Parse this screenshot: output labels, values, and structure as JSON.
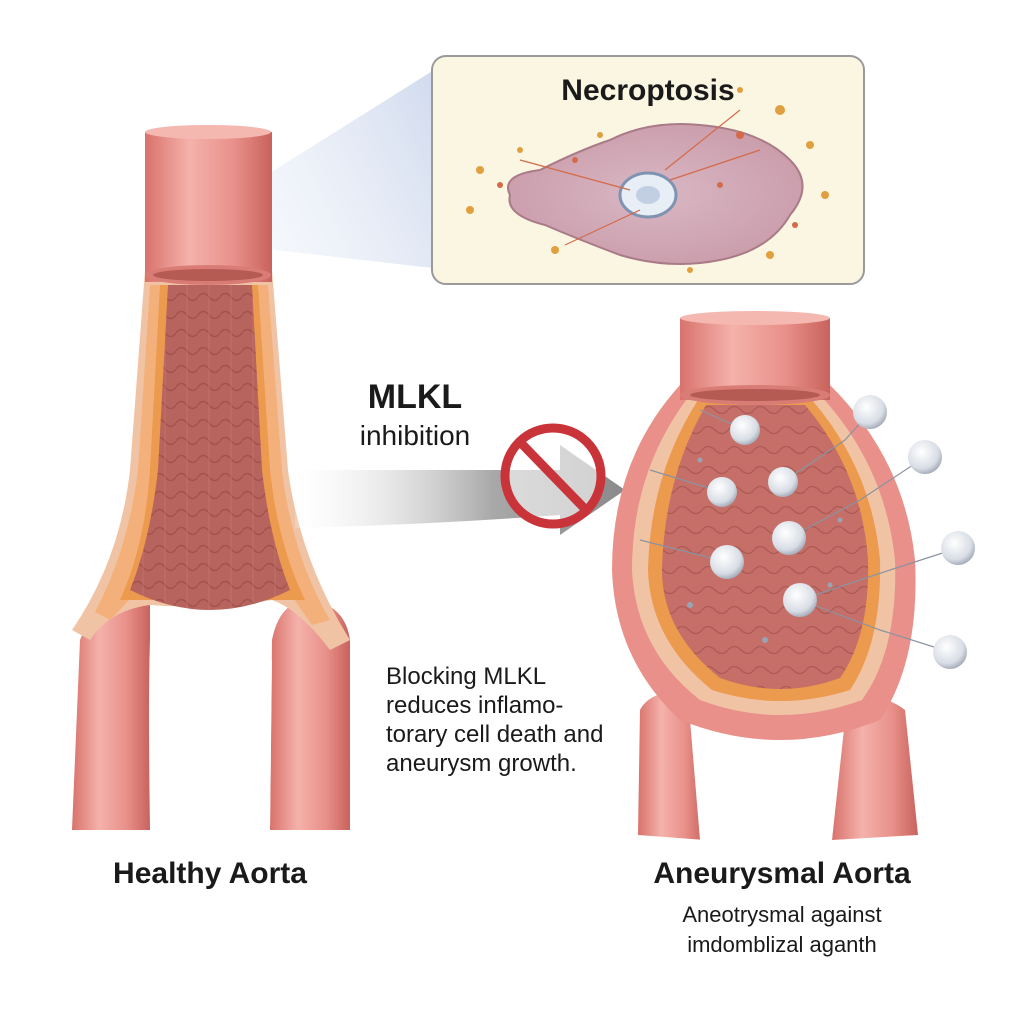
{
  "inset": {
    "title": "Necroptosis"
  },
  "intervention": {
    "line1": "MLKL",
    "line2": "inhibition"
  },
  "description": {
    "lines": [
      "Blocking MLKL",
      "reduces inflamo-",
      "torary cell death and",
      "aneurysm growth."
    ]
  },
  "healthy": {
    "label": "Healthy Aorta"
  },
  "aneurysm": {
    "label": "Aneurysmal Aorta",
    "caption_line1": "Aneotrysmal against",
    "caption_line2": "imdomblizal aganth"
  },
  "colors": {
    "vessel": "#e98e88",
    "vessel_dark": "#c9625c",
    "lumen": "#b9655f",
    "wall_orange": "#f0a35a",
    "inset_bg": "#fbf6e2",
    "prohibit_red": "#c8343a",
    "arrow_grey": "#9a9a9a"
  }
}
